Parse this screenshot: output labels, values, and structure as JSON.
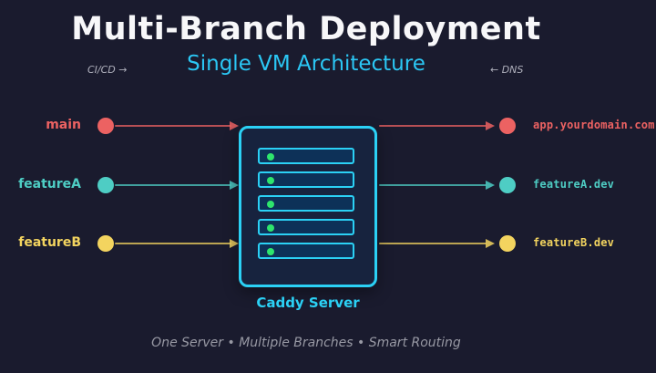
{
  "title": "Multi-Branch Deployment",
  "subtitle": "Single VM Architecture",
  "annotations": {
    "cicd": "CI/CD →",
    "dns": "← DNS"
  },
  "branches": [
    {
      "name": "main",
      "domain": "app.yourdomain.com",
      "color": "#ec6262"
    },
    {
      "name": "featureA",
      "domain": "featureA.dev",
      "color": "#4ecdc4"
    },
    {
      "name": "featureB",
      "domain": "featureB.dev",
      "color": "#f3d45f"
    }
  ],
  "server": {
    "label": "Caddy Server",
    "rack_units": 5
  },
  "footer": "One Server • Multiple Branches • Smart Routing",
  "colors": {
    "background": "#1a1b2e",
    "title_text": "#f7f7f9",
    "subtitle_text": "#2bc7f4",
    "muted_text": "#aeafbb",
    "footer_text": "#9899a4",
    "server_border": "#2bd1f5",
    "server_fill": "#17233e",
    "rack_fill": "#0d3158",
    "led": "#2ee56d"
  }
}
